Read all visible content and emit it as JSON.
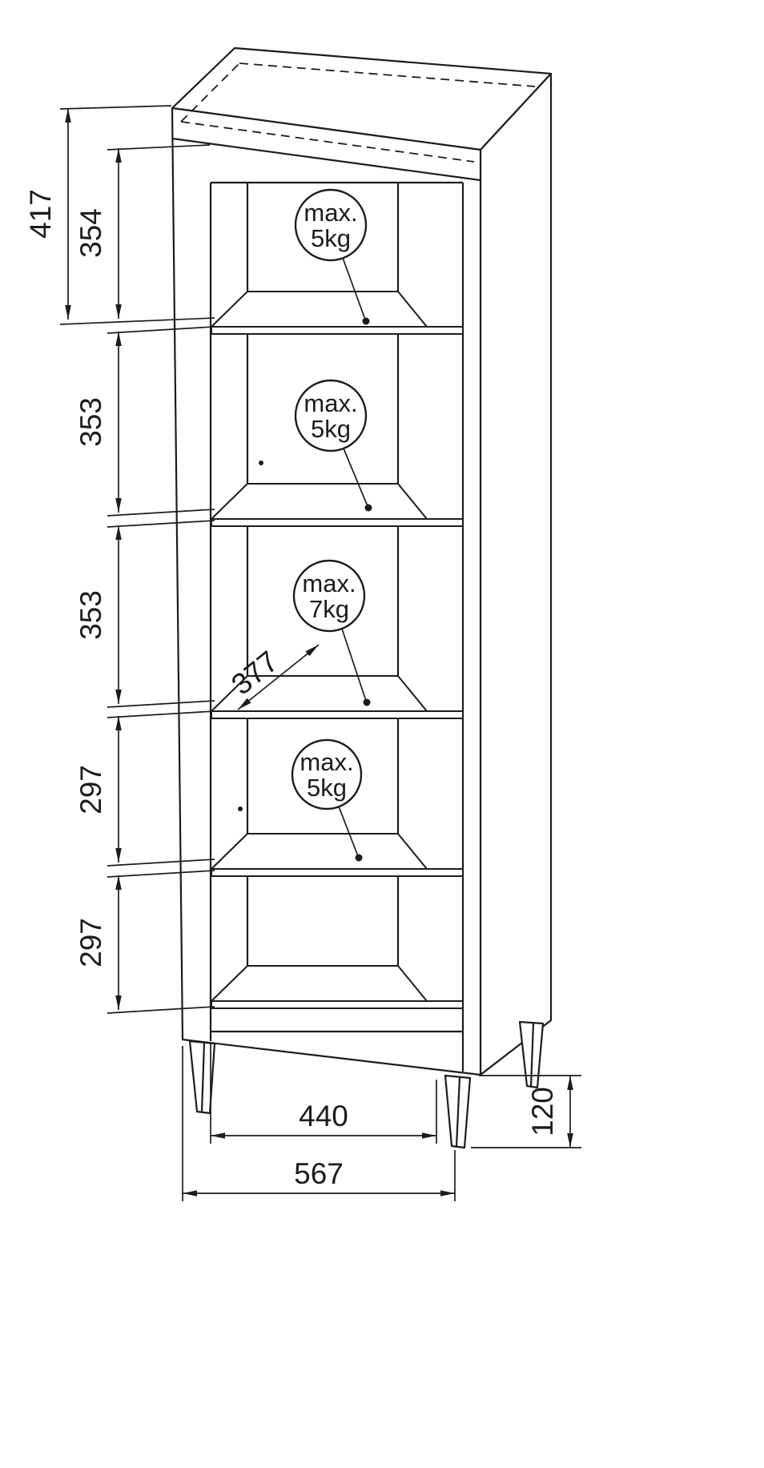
{
  "drawing": {
    "type": "furniture-technical-drawing",
    "vertical_dims": {
      "outer_top": "417",
      "top_inner": "354",
      "shelf_gap_upper": "353",
      "shelf_gap_middle": "353",
      "shelf_gap_lower": "297",
      "shelf_gap_bottom": "297"
    },
    "depth_dim": "377",
    "horizontal_dims": {
      "inner_width": "440",
      "outer_width": "567"
    },
    "leg_height_dim": "120",
    "load_labels": [
      {
        "line1": "max.",
        "line2": "5kg"
      },
      {
        "line1": "max.",
        "line2": "5kg"
      },
      {
        "line1": "max.",
        "line2": "7kg"
      },
      {
        "line1": "max.",
        "line2": "5kg"
      }
    ],
    "colors": {
      "line": "#1c1c1c",
      "background": "#ffffff"
    }
  }
}
